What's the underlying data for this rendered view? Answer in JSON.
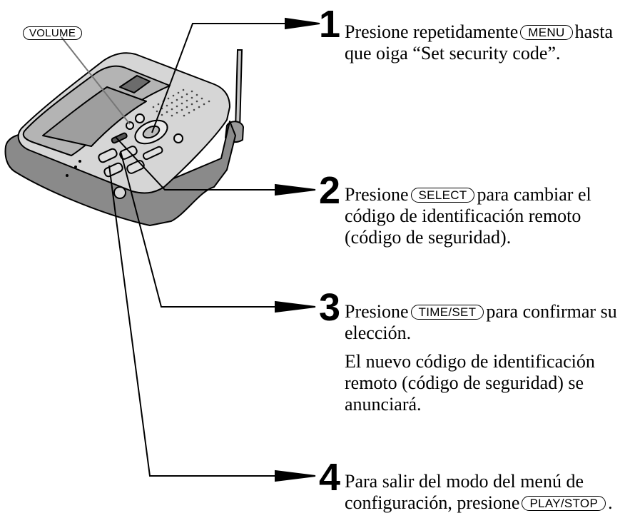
{
  "volume_label": "VOLUME",
  "steps": [
    {
      "number": "1",
      "pre": "Presione repetidamente",
      "key": "MENU",
      "post": "hasta que oiga “Set security code”."
    },
    {
      "number": "2",
      "pre": "Presione",
      "key": "SELECT",
      "post": "para cambiar el código de identificación remoto (código de seguridad)."
    },
    {
      "number": "3",
      "pre": "Presione",
      "key": "TIME/SET",
      "post": "para confirmar su elección.",
      "note": "El nuevo código de identificación remoto (código de seguridad) se anunciará."
    },
    {
      "number": "4",
      "pre": "Para salir del modo del menú de configuración, presione",
      "key": "PLAY/STOP",
      "post": "."
    }
  ]
}
